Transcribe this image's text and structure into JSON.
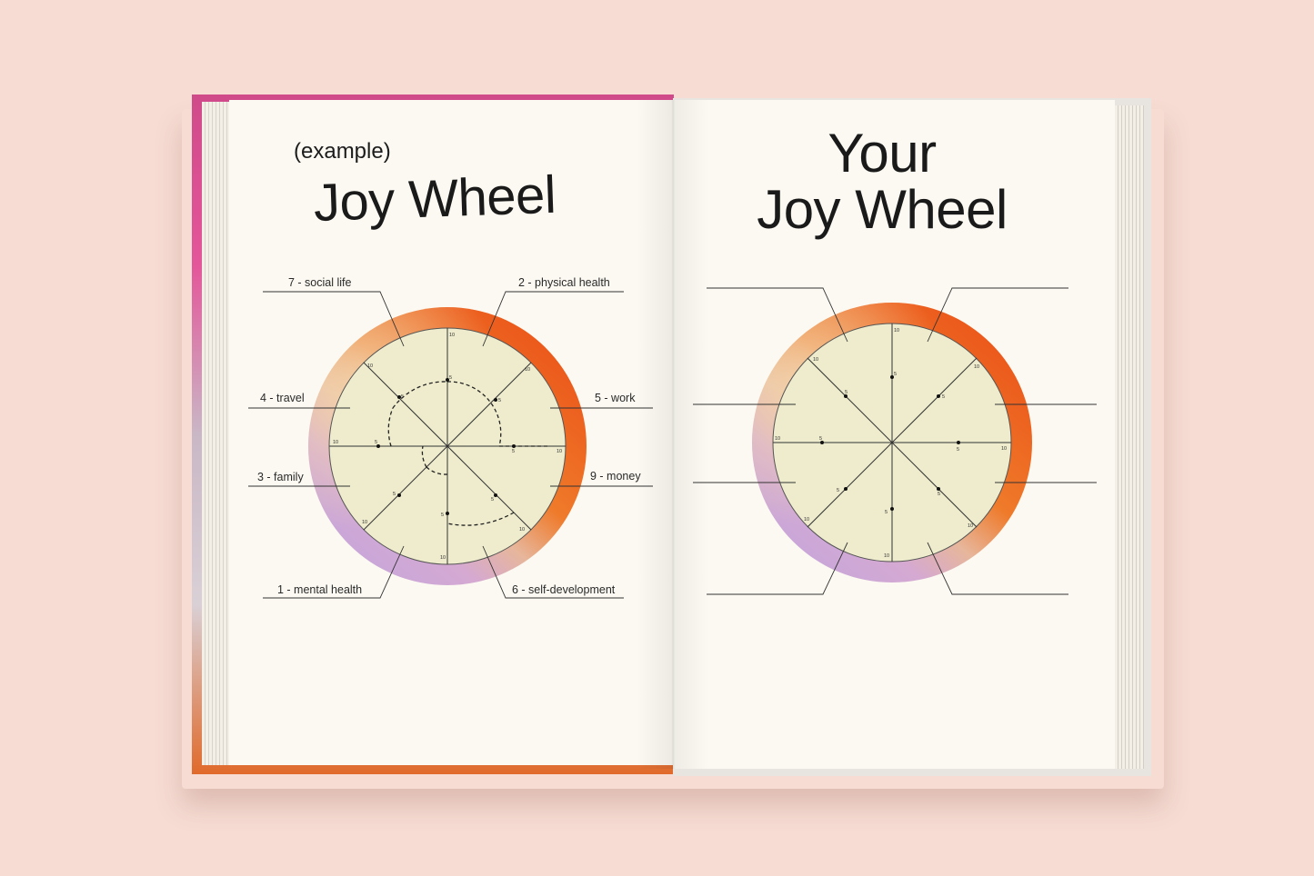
{
  "left_page": {
    "example_label": "(example)",
    "title": "Joy Wheel",
    "labels": {
      "top_left": "7 - social life",
      "top_right": "2 - physical health",
      "mid_left_upper": "4 - travel",
      "mid_right_upper": "5 - work",
      "mid_left_lower": "3 - family",
      "mid_right_lower": "9 - money",
      "bottom_left": "1 - mental health",
      "bottom_right": "6 - self-development"
    }
  },
  "right_page": {
    "title_line1": "Your",
    "title_line2": "Joy Wheel"
  },
  "wheel_ticks": {
    "outer": "10",
    "mid": "5"
  },
  "colors": {
    "background": "#f6dcd3",
    "page": "#fbf9f1",
    "wheel_fill": "#eeeccc",
    "ring_orange": "#ec5a1c",
    "ring_lilac": "#d3a6d3"
  }
}
